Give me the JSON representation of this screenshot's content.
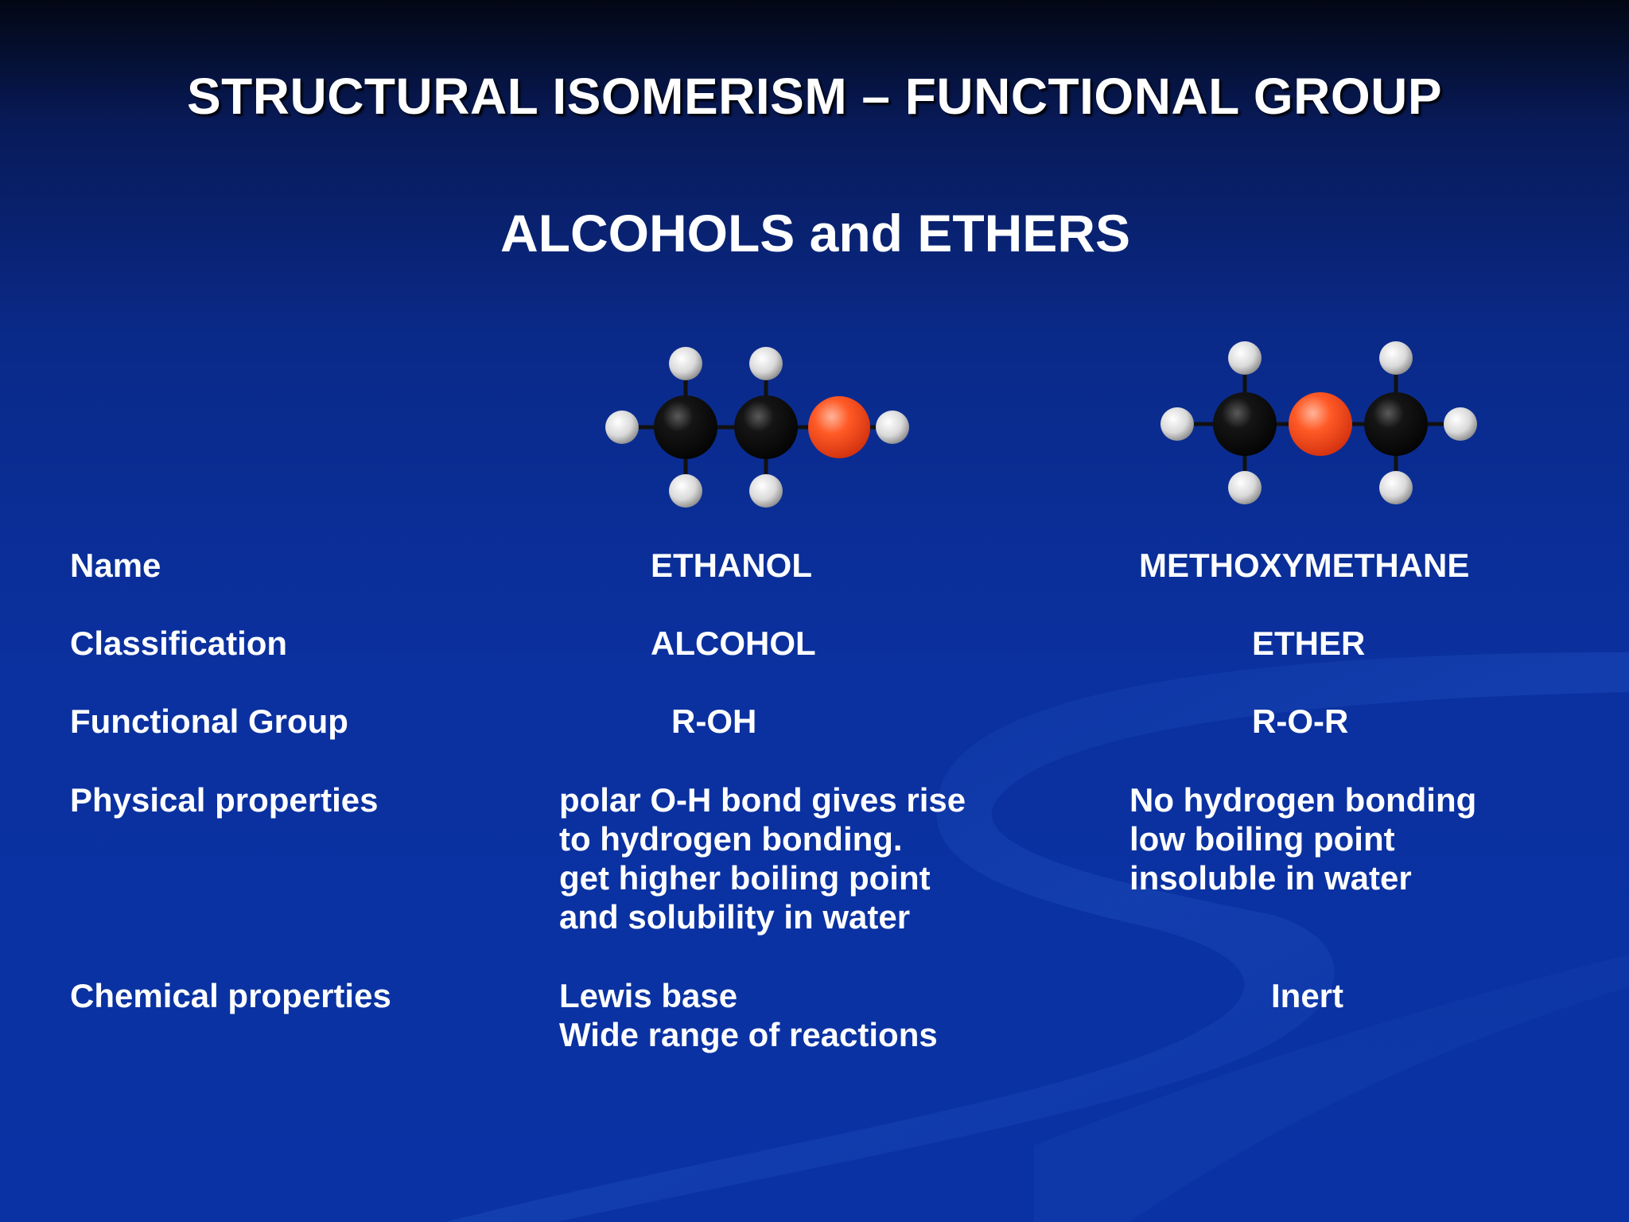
{
  "slide": {
    "title": "STRUCTURAL ISOMERISM – FUNCTIONAL GROUP",
    "subtitle": "ALCOHOLS and ETHERS"
  },
  "molecules": {
    "ethanol_model": {
      "atoms": [
        "H",
        "C",
        "C",
        "O",
        "H",
        "H",
        "H",
        "H",
        "H"
      ]
    },
    "methoxymethane_model": {
      "atoms": [
        "H",
        "C",
        "O",
        "C",
        "H",
        "H",
        "H",
        "H",
        "H"
      ]
    }
  },
  "colors": {
    "carbon": "#000000",
    "hydrogen": "#e6e6e6",
    "oxygen": "#ff4a1c",
    "background": "#0b31a0"
  },
  "table": {
    "rows": {
      "name": {
        "label": "Name",
        "alcohol": "ETHANOL",
        "ether": "METHOXYMETHANE"
      },
      "classification": {
        "label": "Classification",
        "alcohol": "ALCOHOL",
        "ether": "ETHER"
      },
      "functional_group": {
        "label": "Functional Group",
        "alcohol": "R-OH",
        "ether": "R-O-R"
      },
      "physical": {
        "label": "Physical properties",
        "alcohol": [
          "polar O-H bond gives rise",
          "to hydrogen bonding.",
          "get higher boiling point",
          "and solubility in water"
        ],
        "ether": [
          "No hydrogen bonding",
          "low boiling point",
          "insoluble in water"
        ]
      },
      "chemical": {
        "label": "Chemical properties",
        "alcohol": [
          "Lewis base",
          "Wide range of reactions"
        ],
        "ether": "Inert"
      }
    }
  }
}
